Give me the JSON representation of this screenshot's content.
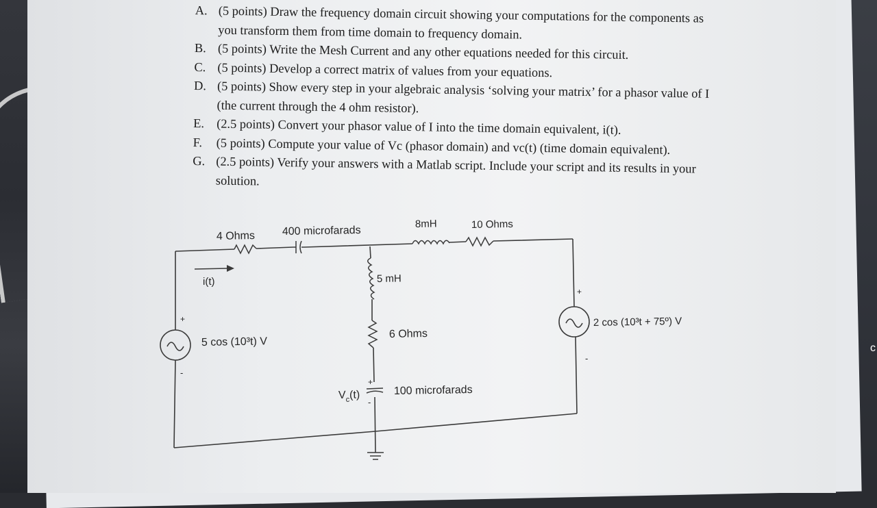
{
  "questions": [
    {
      "letter": "A.",
      "text": "(5 points) Draw the frequency domain circuit showing your computations for the components as you transform them from time domain to frequency domain."
    },
    {
      "letter": "B.",
      "text": "(5 points) Write the Mesh Current and any other equations needed for this circuit."
    },
    {
      "letter": "C.",
      "text": "(5 points) Develop a correct matrix of values from your equations."
    },
    {
      "letter": "D.",
      "text": "(5 points) Show every step in your algebraic analysis ‘solving your matrix’ for a phasor value of I (the current through the 4 ohm resistor)."
    },
    {
      "letter": "E.",
      "text": "(2.5 points) Convert your phasor value of I into the time domain equivalent, i(t)."
    },
    {
      "letter": "F.",
      "text": "(5 points) Compute your value of Vc (phasor domain) and vc(t) (time domain equivalent)."
    },
    {
      "letter": "G.",
      "text": "(2.5 points) Verify your answers with a Matlab script. Include your script and its results in your solution."
    }
  ],
  "circuit": {
    "r1": "4 Ohms",
    "c1": "400 microfarads",
    "l1": "8mH",
    "r2": "10 Ohms",
    "current": "i(t)",
    "l2": "5 mH",
    "r3": "6 Ohms",
    "c2": "100 microfarads",
    "vc": "V",
    "vc_sub": "c",
    "vc_tail": "(t)",
    "source_left": "5 cos (10³t) V",
    "source_right": "2 cos (10³t + 75º) V",
    "plus": "+",
    "minus": "-"
  },
  "edge_text": "c"
}
